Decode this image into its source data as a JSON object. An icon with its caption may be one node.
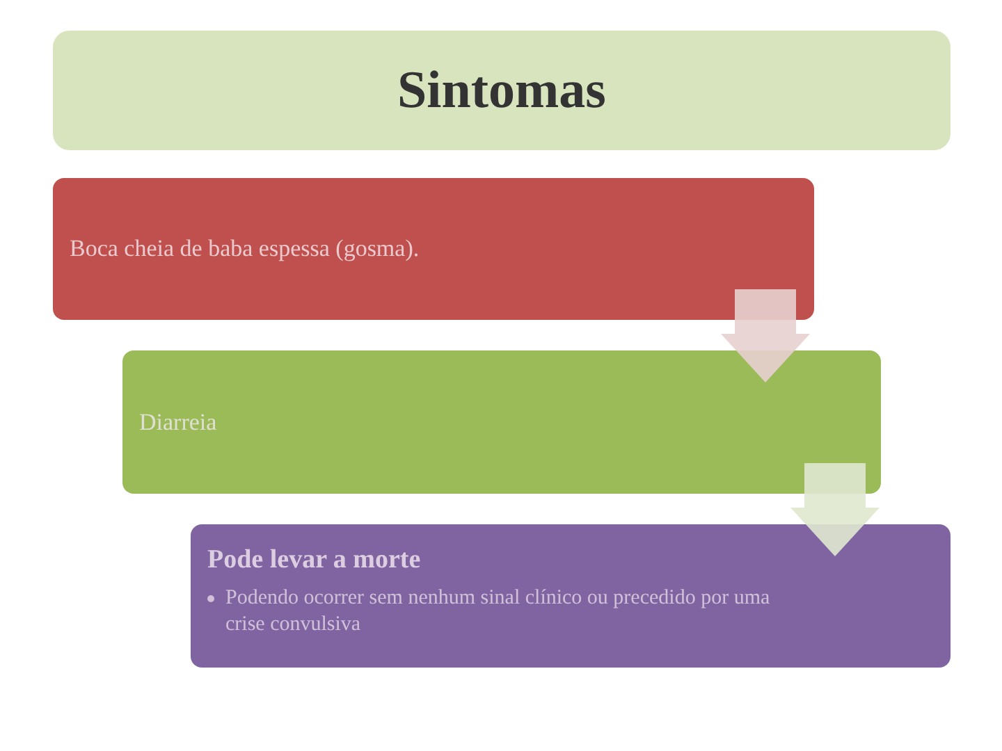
{
  "diagram": {
    "title": "Sintomas",
    "nodes": [
      {
        "text": [
          "Boca cheia de baba espessa (gosma)."
        ]
      },
      {
        "text": [
          "Diarreia"
        ]
      },
      {
        "text": [
          "Pode levar a morte",
          "Podendo ocorrer sem nenhum sinal clínico ou precedido por uma crise convulsiva"
        ]
      }
    ],
    "edges": [
      {
        "from": 0,
        "to": 1,
        "arrow": "to",
        "color": "#e8d0d0"
      },
      {
        "from": 1,
        "to": 2,
        "arrow": "to",
        "color": "#dfe8cf"
      }
    ]
  }
}
